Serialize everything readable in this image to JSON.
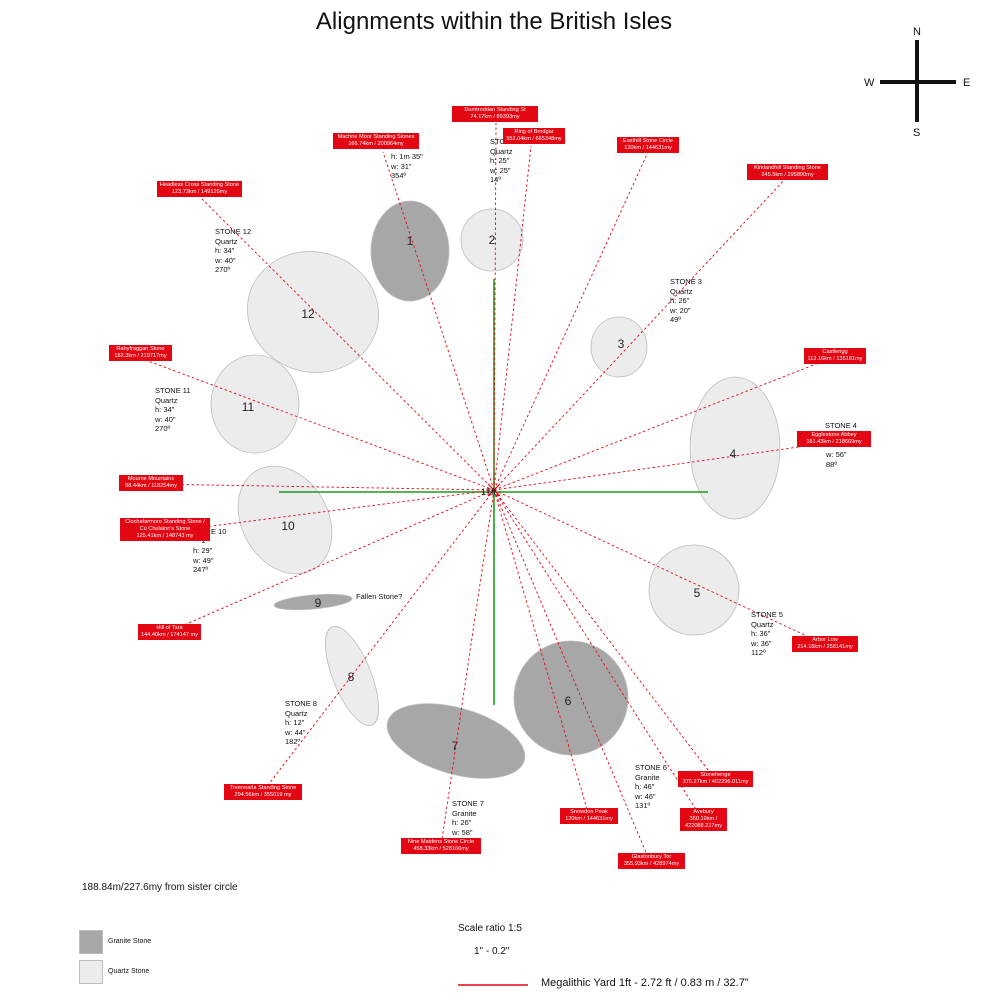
{
  "title": "Alignments within the British Isles",
  "compass": {
    "n": "N",
    "s": "S",
    "e": "E",
    "w": "W"
  },
  "center_label": "17ft",
  "stones": [
    {
      "num": "1",
      "material": "granite"
    },
    {
      "num": "2",
      "material": "quartz"
    },
    {
      "num": "3",
      "material": "quartz"
    },
    {
      "num": "4",
      "material": "quartz"
    },
    {
      "num": "5",
      "material": "quartz"
    },
    {
      "num": "6",
      "material": "granite"
    },
    {
      "num": "7",
      "material": "granite"
    },
    {
      "num": "8",
      "material": "quartz"
    },
    {
      "num": "9",
      "material": "granite"
    },
    {
      "num": "10",
      "material": "quartz"
    },
    {
      "num": "11",
      "material": "quartz"
    },
    {
      "num": "12",
      "material": "quartz"
    }
  ],
  "stone_info": {
    "s1": [
      "h: 1m 35\"",
      "w: 31\"",
      "354º"
    ],
    "s2": [
      "STONE",
      "Quartz",
      "h: 25\"",
      "w: 25\"",
      "14º"
    ],
    "s3": [
      "STONE 3",
      "Quartz",
      "h: 26\"",
      "w: 20\"",
      "49º"
    ],
    "s4": [
      "STONE 4",
      "w: 56\"",
      "88º"
    ],
    "s5": [
      "STONE 5",
      "Quartz",
      "h: 36\"",
      "w: 36\"",
      "112º"
    ],
    "s6": [
      "STONE 6",
      "Granite",
      "h: 46\"",
      "w: 46\"",
      "131º"
    ],
    "s7": [
      "STONE 7",
      "Granite",
      "h: 26\"",
      "w: 58\""
    ],
    "s8": [
      "STONE 8",
      "Quartz",
      "h: 12\"",
      "w: 44\"",
      "182º"
    ],
    "s10": [
      "E 10",
      "z",
      "h: 29\"",
      "w: 49\"",
      "247º"
    ],
    "s11": [
      "STONE 11",
      "Quartz",
      "h: 34\"",
      "w: 40\"",
      "270º"
    ],
    "s12": [
      "STONE 12",
      "Quartz",
      "h: 34\"",
      "w: 40\"",
      "270º"
    ]
  },
  "fallen_stone": "Fallen Stone?",
  "tags": {
    "dumtroddan": [
      "Dumtroddan Standing St",
      "74.17km / 89393my"
    ],
    "machrie": [
      "Machrie Moor Standing Stones",
      "166.74km / 200964my"
    ],
    "brodgar": [
      "Ring of Brodgar",
      "552.04km / 665348my"
    ],
    "easthill": [
      "Easthill Stone Circle",
      "120km / 144631my"
    ],
    "kirklandhill": [
      "Kirklandhill Standing Stone",
      "245.5km / 295890my"
    ],
    "headless": [
      "Headless Cross Standing Stone",
      "123.73km / 149126my"
    ],
    "rahyfraggan": [
      "Rahyfraggan Stone",
      "182.3km / 219717my"
    ],
    "castlerigg": [
      "Castlerigg",
      "112.16km / 135181my"
    ],
    "egglestone": [
      "Egglestone Abbey",
      "181.43km / 218669my"
    ],
    "mourne": [
      "Mourne Mountains",
      "98.44km / 118254my"
    ],
    "clochafarmore": [
      "Clochafarmore Standing Stone /",
      "Cú Chulainn's Stone",
      "125.41km / 148743 my"
    ],
    "hilloftara": [
      "Hill of Tara",
      "144.40km / 174147 my"
    ],
    "arborlow": [
      "Arbor Low",
      "214.18km / 258141my"
    ],
    "stonehenge": [
      "Stonehenge",
      "370.27km / 402296.011my"
    ],
    "avebury": [
      "Avebury",
      "350.19km /",
      "422088.217my"
    ],
    "snowdon": [
      "Snowdon Peak",
      "120km / 144631my"
    ],
    "glastonbury": [
      "Glastonbury Tor",
      "355.93km / 428974my"
    ],
    "ninemaidens": [
      "Nine Maidens Stone Circle",
      "458.33km / 528166my"
    ],
    "treenearla": [
      "Treenearla Standing Stone",
      "294.56km / 355019 my"
    ]
  },
  "sister_note": "188.84m/227.6my from sister circle",
  "legend": {
    "granite": "Granite Stone",
    "quartz": "Quartz Stone"
  },
  "scale": {
    "ratio": "Scale ratio 1:5",
    "unit": "1\" - 0.2\""
  },
  "megalithic": "Megalithic Yard 1ft - 2.72 ft / 0.83 m / 32.7\"",
  "colors": {
    "granite": "#a7a7a7",
    "quartz": "#ececec",
    "stone_outline": "#bdbdbd",
    "alignment": "#e30613",
    "axis": "#1e9a1e",
    "tag": "#e30613"
  }
}
